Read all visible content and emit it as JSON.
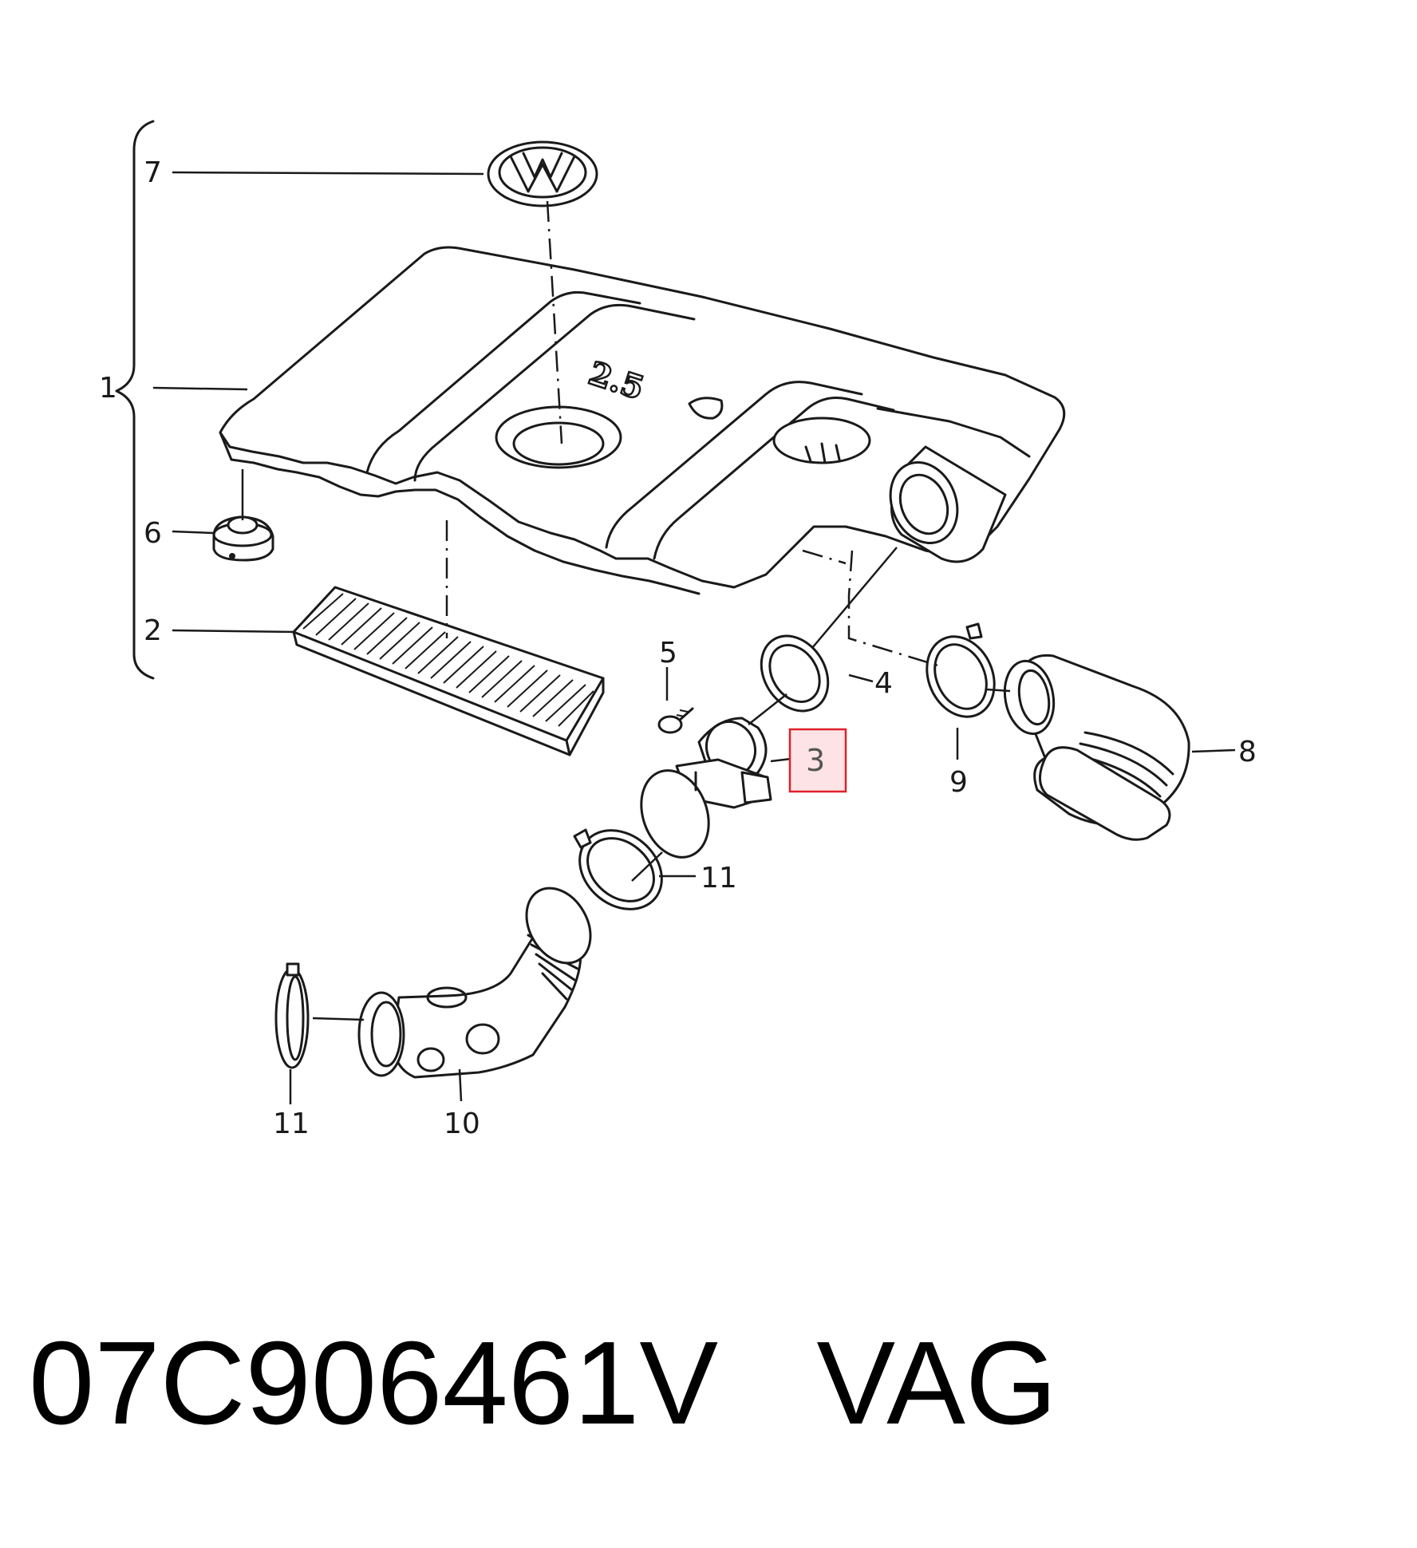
{
  "diagram": {
    "emblem_text": "VW",
    "cover_marking": "2.5",
    "highlight_color": "#e0202a",
    "callouts": {
      "c1": "1",
      "c2": "2",
      "c3": "3",
      "c4": "4",
      "c5": "5",
      "c6": "6",
      "c7": "7",
      "c8": "8",
      "c9": "9",
      "c10": "10",
      "c11a": "11",
      "c11b": "11"
    },
    "highlighted_callout": "3"
  },
  "footer": {
    "part_number": "07C906461V",
    "brand": "VAG"
  }
}
